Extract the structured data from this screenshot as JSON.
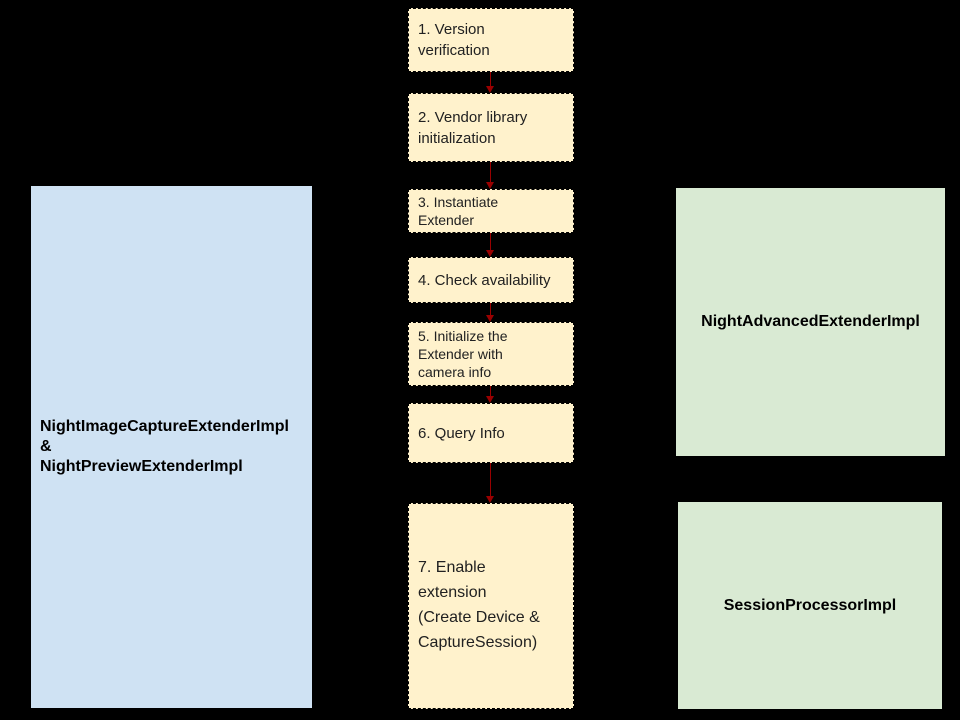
{
  "colors": {
    "background": "#000000",
    "step-fill": "#FFF2CC",
    "step-border": "#000000",
    "step-text": "#212121",
    "blue-fill": "#CFE2F3",
    "green-fill": "#D9EAD3",
    "label-text": "#000000",
    "arrow-color": "#990000"
  },
  "diagram": {
    "flow_steps": [
      {
        "label": "1. Version\nverification"
      },
      {
        "label": "2. Vendor library\ninitialization"
      },
      {
        "label": "3. Instantiate\nExtender"
      },
      {
        "label": "4. Check availability"
      },
      {
        "label": "5. Initialize the\nExtender with\ncamera info"
      },
      {
        "label": "6. Query Info"
      },
      {
        "label": "7. Enable\nextension\n(Create Device &\nCaptureSession)"
      }
    ],
    "side_boxes": {
      "left": {
        "label": "NightImageCaptureExtenderImpl\n&\nNightPreviewExtenderImpl"
      },
      "top_right": {
        "label": "NightAdvancedExtenderImpl"
      },
      "bottom_right": {
        "label": "SessionProcessorImpl"
      }
    }
  }
}
